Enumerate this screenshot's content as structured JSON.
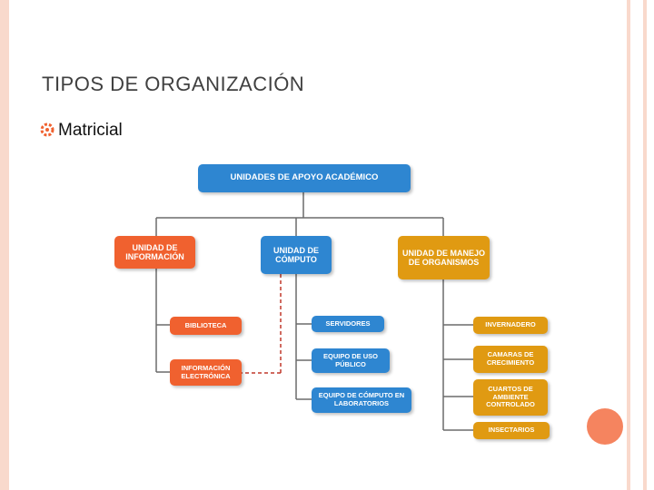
{
  "slide": {
    "title": "TIPOS DE ORGANIZACIÓN",
    "bullet": "Matricial"
  },
  "colors": {
    "top": "#2e86d1",
    "informacion": "#f0612f",
    "computo": "#2e86d1",
    "organismos": "#e09a12",
    "decor": "#f9d9cc",
    "accent": "#f5845f"
  },
  "chart": {
    "root": "UNIDADES DE APOYO ACADÉMICO",
    "units": [
      {
        "label": "UNIDAD DE INFORMACIÓN",
        "children": [
          "BIBLIOTECA",
          "INFORMACIÓN ELECTRÓNICA"
        ]
      },
      {
        "label": "UNIDAD DE CÓMPUTO",
        "children": [
          "SERVIDORES",
          "EQUIPO DE USO PÚBLICO",
          "EQUIPO DE CÓMPUTO EN LABORATORIOS"
        ]
      },
      {
        "label": "UNIDAD DE MANEJO DE ORGANISMOS",
        "children": [
          "INVERNADERO",
          "CAMARAS DE CRECIMIENTO",
          "CUARTOS DE AMBIENTE CONTROLADO",
          "INSECTARIOS"
        ]
      }
    ]
  }
}
